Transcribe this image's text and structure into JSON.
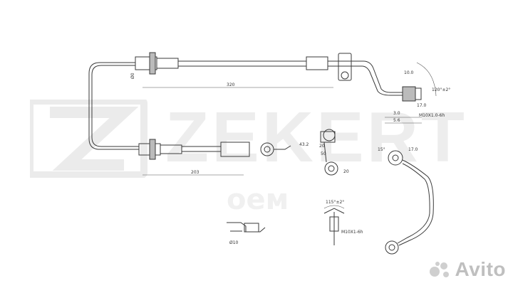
{
  "watermark": {
    "brand": "ZEKERT",
    "sub": "оем"
  },
  "labels": {
    "d_top": "Ø0",
    "len_top": "320",
    "len_bottom": "203",
    "top_right_1": "10.0",
    "top_right_2": "3.0",
    "top_right_3": "5.6",
    "top_right_thread": "M10X1.0-6h",
    "top_right_hex": "17.0",
    "angle_top": "120°±2°",
    "center_1": "43.2",
    "center_2": "20",
    "center_3": "50",
    "center_4": "20",
    "right_1": "15°",
    "right_2": "17.0",
    "angle_bottom": "115°±2°",
    "thread_bottom": "M10X1-6h",
    "diam_bottom": "Ø10"
  },
  "avito": {
    "text": "Avito"
  },
  "colors": {
    "line": "#3a3a3a",
    "watermark": "#000000"
  }
}
